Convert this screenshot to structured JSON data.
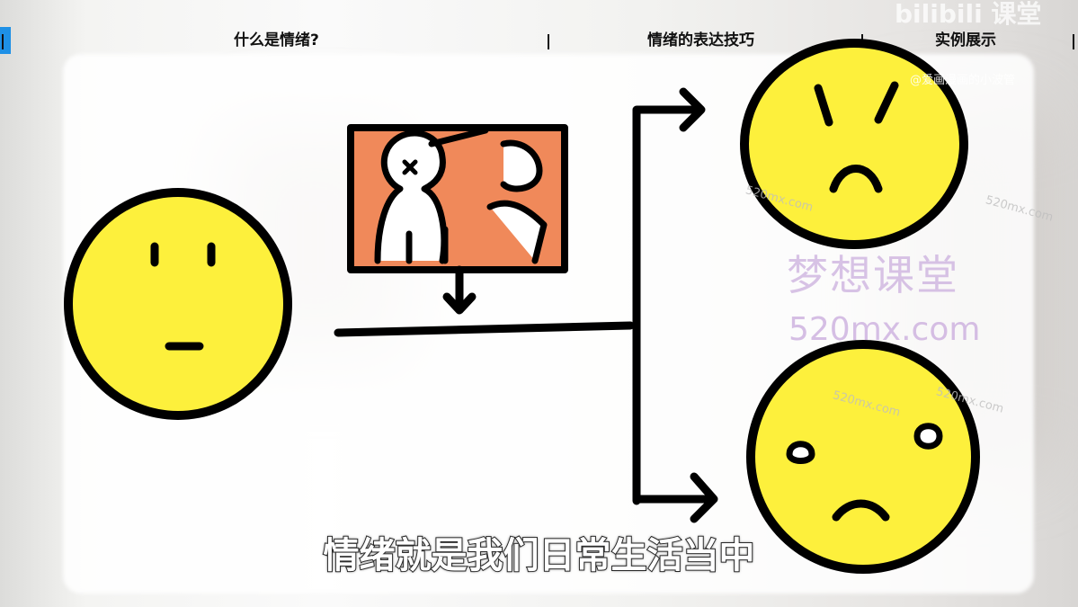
{
  "nav": {
    "items": [
      "什么是情绪?",
      "情绪的表达技巧",
      "实例展示"
    ]
  },
  "watermark": {
    "logo": "bilibili 课堂",
    "handle": "@爱画漫画的小波管",
    "brand": "梦想课堂",
    "site": "520mx.com",
    "small": "520mx.com"
  },
  "subtitle": "情绪就是我们日常生活当中",
  "colors": {
    "face": "#fdf03c",
    "picture": "#f0895a",
    "accent": "#1e90e6"
  }
}
